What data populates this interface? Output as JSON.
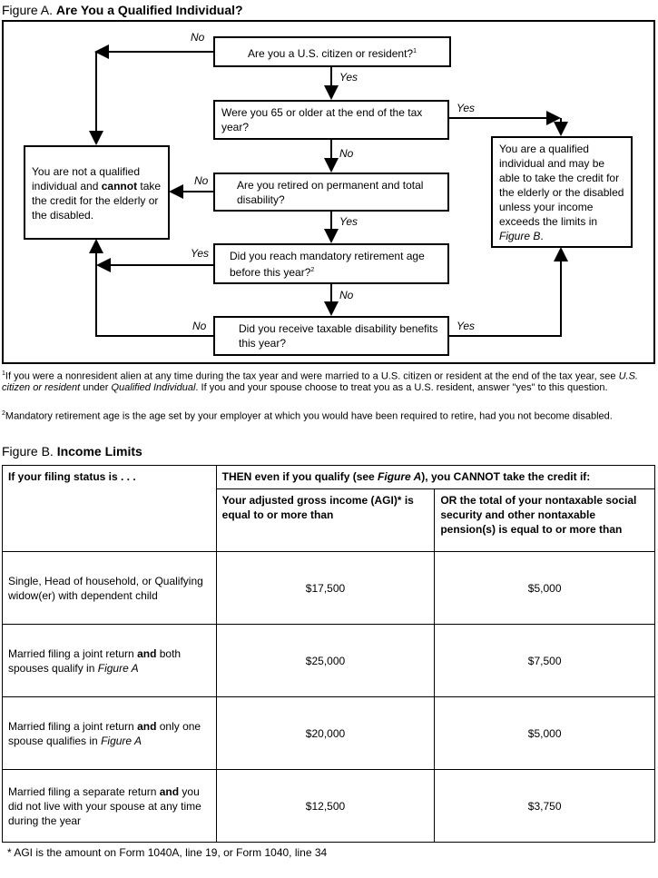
{
  "figure_a": {
    "label": "Figure A.",
    "title": "Are You a Qualified Individual?",
    "q1": {
      "text": "Are you a U.S. citizen or resident?",
      "sup": "1"
    },
    "q2": "Were you 65 or older at the end of the tax year?",
    "q3": "Are you retired on permanent and total disability?",
    "q4": {
      "text": "Did you reach mandatory retirement age before this year?",
      "sup": "2"
    },
    "q5": "Did you receive taxable disability benefits this year?",
    "not_qualified": {
      "a": "You are not a qualified individual and ",
      "b": "cannot",
      "c": " take the credit for the elderly or the disabled."
    },
    "qualified": {
      "a": "You are a qualified individual and may be able to take the credit for the elderly or the disabled unless your income exceeds the limits in ",
      "b": "Figure B",
      "c": "."
    },
    "labels": {
      "no": "No",
      "yes": "Yes"
    },
    "footnotes": {
      "n1": "1",
      "f1a": "If you were a nonresident alien at any time during the tax year and were married to a U.S. citizen or resident at the end of the tax year, see ",
      "f1b": "U.S. citizen or resident",
      "f1c": " under ",
      "f1d": "Qualified Individual",
      "f1e": ". If you and your spouse choose to treat you as a U.S. resident, answer \"yes\" to this question.",
      "n2": "2",
      "f2": "Mandatory retirement age is the age set by your employer at which you would have been required to retire, had you not become disabled."
    }
  },
  "figure_b": {
    "label": "Figure B.",
    "title": "Income Limits",
    "h_status": "If your filing status is . . .",
    "h_then_a": "THEN even if you qualify (see ",
    "h_then_b": "Figure A",
    "h_then_c": "), you CANNOT take the credit if:",
    "h_agi": "Your adjusted gross income (AGI)* is equal to or more than",
    "h_pension": "OR the total of your nontaxable social security and other nontaxable pension(s) is equal to or more than",
    "rows": [
      {
        "a": "Single, Head of household, or Qualifying widow(er) with dependent child",
        "b": "",
        "c": "",
        "d": "",
        "agi": "$17,500",
        "pension": "$5,000"
      },
      {
        "a": "Married filing a joint return ",
        "b": "and",
        "c": " both spouses qualify in ",
        "d": "Figure A",
        "agi": "$25,000",
        "pension": "$7,500"
      },
      {
        "a": "Married filing a joint return ",
        "b": "and",
        "c": " only one spouse qualifies in ",
        "d": "Figure A",
        "agi": "$20,000",
        "pension": "$5,000"
      },
      {
        "a": "Married filing a separate return ",
        "b": "and",
        "c": " you did not live with your spouse at any time during the year",
        "d": "",
        "agi": "$12,500",
        "pension": "$3,750"
      }
    ],
    "footnote": "* AGI is the amount on Form 1040A, line 19, or Form 1040, line 34"
  }
}
